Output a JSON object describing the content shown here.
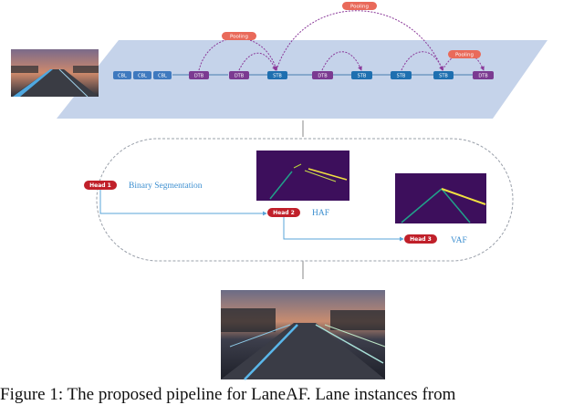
{
  "backbone": {
    "blocks": [
      "CBL",
      "CBL",
      "CBL",
      "DTB",
      "DTB",
      "STB",
      "DTB",
      "STB",
      "STB",
      "STB",
      "DTB"
    ],
    "pooling_labels": [
      "Pooling",
      "Pooling",
      "Pooling"
    ]
  },
  "heads": {
    "head1": "Head 1",
    "head2": "Head 2",
    "head3": "Head 3",
    "binary_label": "Binary Segmentation",
    "haf_label": "HAF",
    "vaf_label": "VAF"
  },
  "caption": "Figure 1: The proposed pipeline for LaneAF. Lane instances from",
  "colors": {
    "plane": "#c5d3ea",
    "cbl": "#3f79bf",
    "dtb": "#7b3a91",
    "stb": "#1e6fb0",
    "pooling": "#e96a5a",
    "head": "#c0202a",
    "flow": "#5aa4d8",
    "arc": "#8b3a9a"
  }
}
